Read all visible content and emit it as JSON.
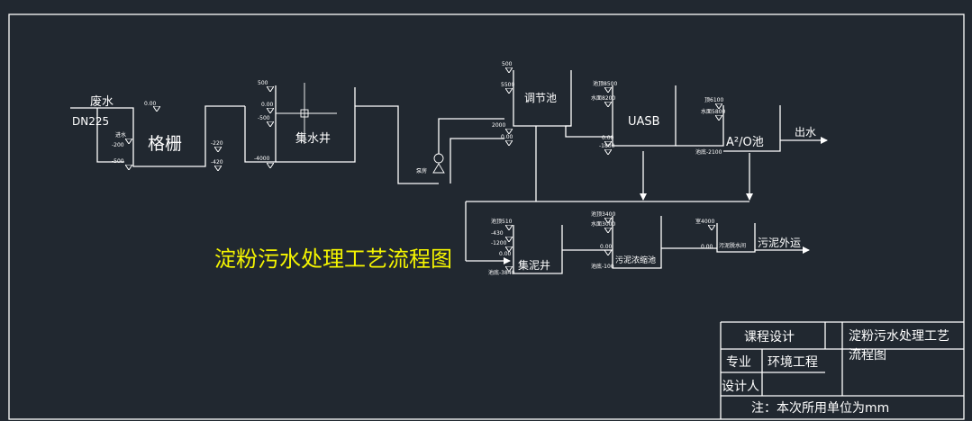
{
  "diagram_title": "淀粉污水处理工艺流程图",
  "inlet": {
    "label": "废水",
    "pipe": "DN225"
  },
  "units": {
    "grille": "格栅",
    "collection_well": "集水井",
    "regulation_tank": "调节池",
    "uasb": "UASB",
    "ao_tank": "A²/O池",
    "sludge_well": "集泥井",
    "sludge_thickener": "污泥浓缩池",
    "pump": "泵房"
  },
  "outlets": {
    "effluent": "出水",
    "sludge_out": "污泥外运",
    "dewater": "污泥脱水间"
  },
  "elevations": {
    "inlet_top": "0.00",
    "inlet_l1": "进水",
    "inlet_l2": "-200",
    "inlet_bottom": "-500",
    "grille_l1": "-220",
    "grille_l2": "-420",
    "well_top": "500",
    "well_l1": "0.00",
    "well_l2": "-500",
    "well_bottom": "-4000",
    "reg_top": "500",
    "reg_l2": "5500",
    "reg_l3": "2000",
    "reg_l4": "0.00",
    "uasb_top": "池顶8500",
    "uasb_l2": "水面8200",
    "uasb_l3": "0.00",
    "uasb_bottom": "-1800",
    "ao_top": "顶6100",
    "ao_l2": "水面5800",
    "ao_bottom": "池底-2100",
    "sw_top": "池顶510",
    "sw_l2": "-430",
    "sw_l3": "-1200",
    "sw_l4": "0.00",
    "sw_bottom": "池底-3840",
    "th_top": "池顶3400",
    "th_l2": "水面3000",
    "th_l3": "0.00",
    "th_bottom": "池底-100",
    "dw_top": "室4000",
    "dw_l2": "0.00"
  },
  "title_block": {
    "course_design": "课程设计",
    "title_line1": "淀粉污水处理工艺",
    "title_line2": "流程图",
    "major_label": "专业",
    "major_value": "环境工程",
    "designer_label": "设计人",
    "note": "注：本次所用单位为mm"
  },
  "colors": {
    "background": "#212830",
    "lines": "#ffffff",
    "title": "#f5f500"
  }
}
